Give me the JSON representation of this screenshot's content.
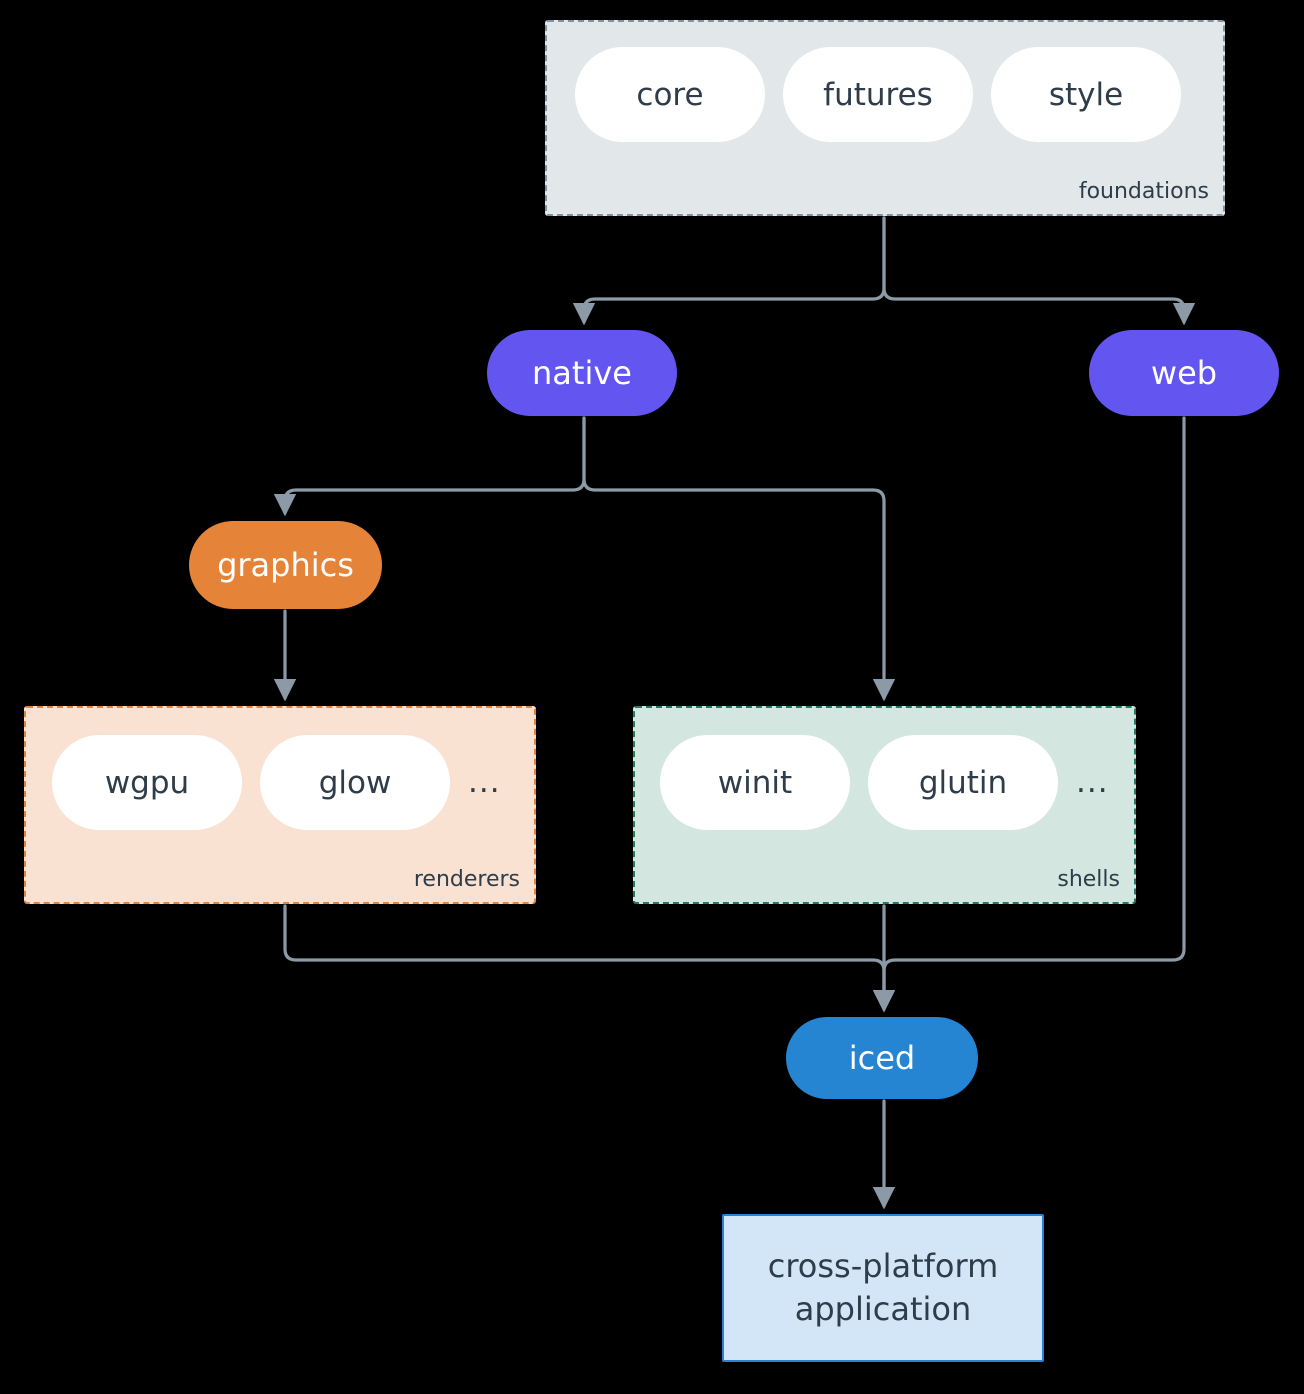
{
  "diagram": {
    "background_color": "#000000",
    "edge_color": "#8b9aa6",
    "clusters": [
      {
        "id": "foundations",
        "label": "foundations",
        "fill": "#e2e7ea",
        "border": "#7f93a3",
        "nodes": [
          "core",
          "futures",
          "style"
        ],
        "has_ellipsis": false
      },
      {
        "id": "renderers",
        "label": "renderers",
        "fill": "#fae2d2",
        "border": "#e8833a",
        "nodes": [
          "wgpu",
          "glow"
        ],
        "ellipsis": "...",
        "has_ellipsis": true
      },
      {
        "id": "shells",
        "label": "shells",
        "fill": "#d4e6e0",
        "border": "#1f7a66",
        "nodes": [
          "winit",
          "glutin"
        ],
        "ellipsis": "...",
        "has_ellipsis": true
      }
    ],
    "nodes": {
      "native": {
        "label": "native",
        "fill": "#6355f0",
        "text_color": "#ffffff"
      },
      "web": {
        "label": "web",
        "fill": "#6355f0",
        "text_color": "#ffffff"
      },
      "graphics": {
        "label": "graphics",
        "fill": "#e58439",
        "text_color": "#ffffff"
      },
      "iced": {
        "label": "iced",
        "fill": "#2585d3",
        "text_color": "#ffffff"
      },
      "application": {
        "line1": "cross-platform",
        "line2": "application",
        "fill": "#d3e6f8",
        "border": "#2585d3",
        "text_color": "#2e3d49"
      }
    }
  }
}
